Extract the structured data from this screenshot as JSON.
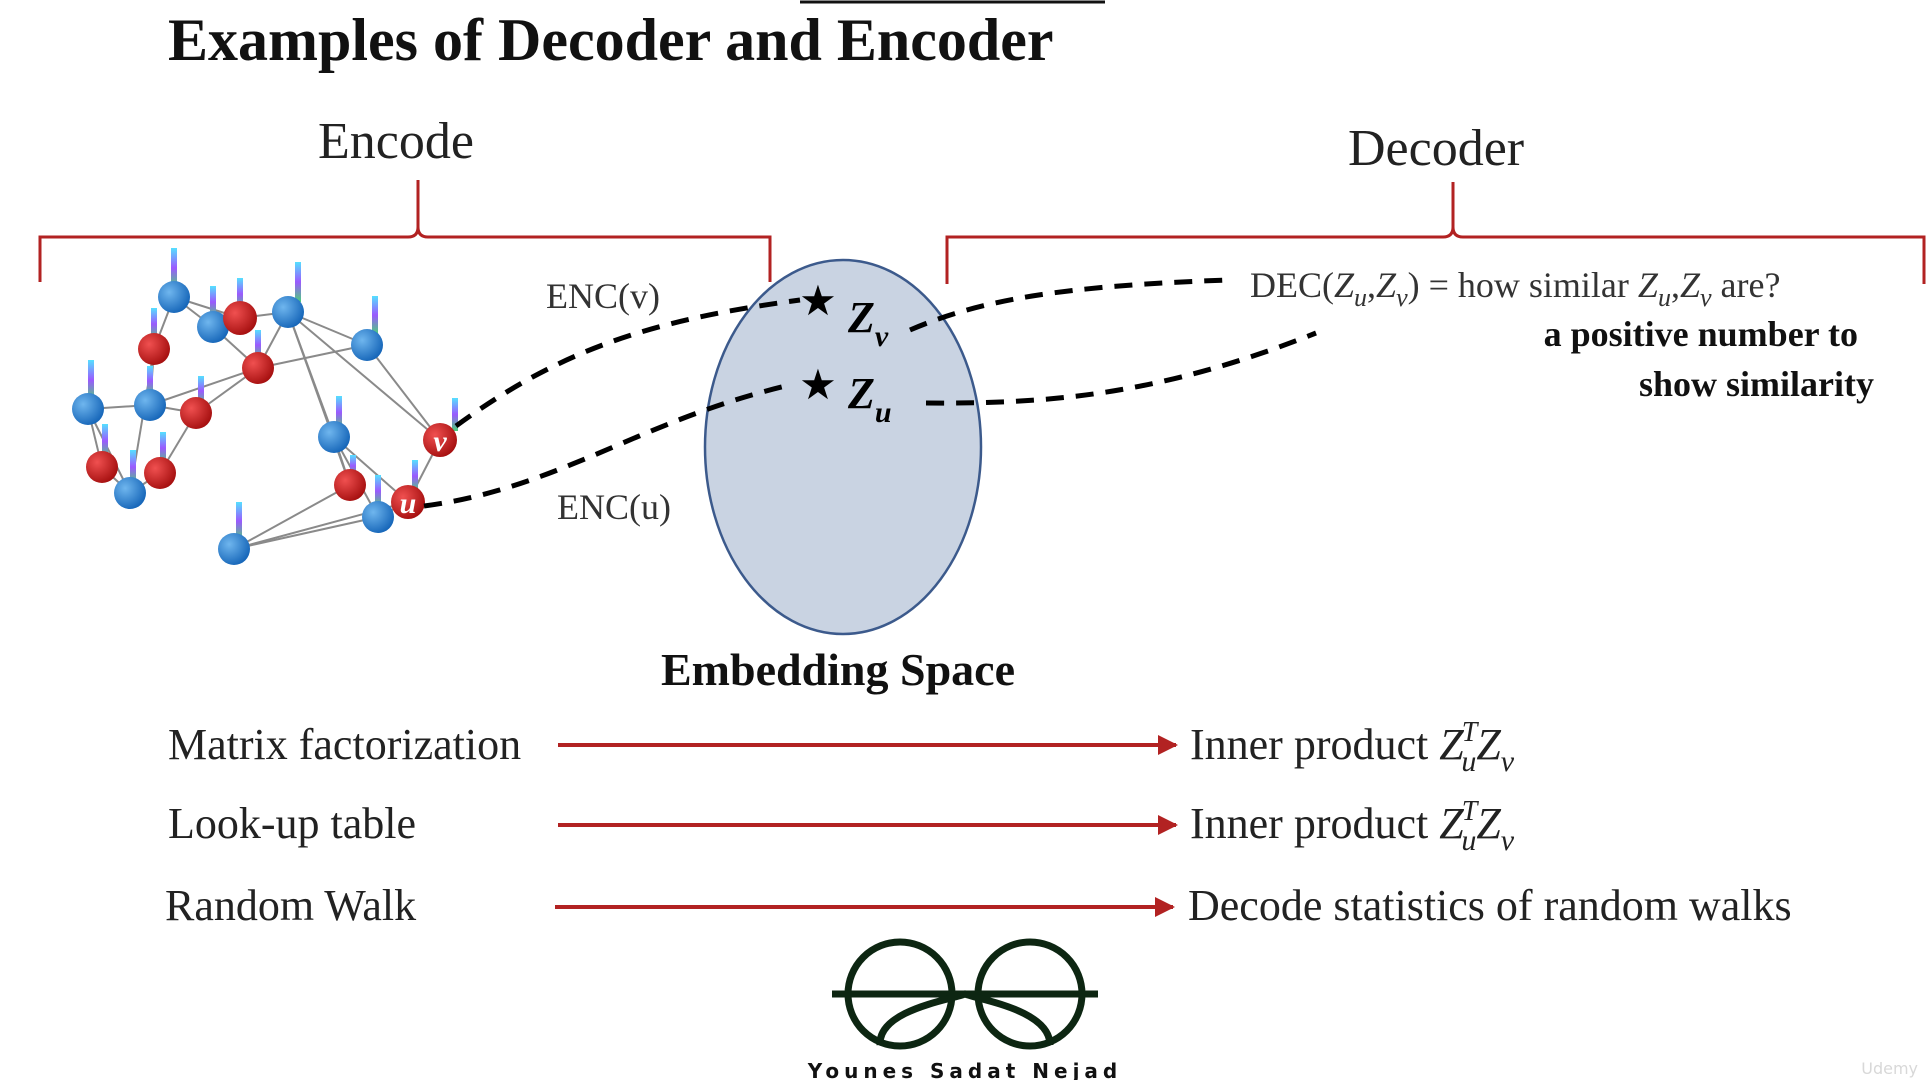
{
  "title": "Examples of  Decoder and Encoder",
  "encoder": {
    "heading": "Encode",
    "enc_v": "ENC(v)",
    "enc_u": "ENC(u)",
    "node_v": "v",
    "node_u": "u"
  },
  "decoder": {
    "heading": "Decoder",
    "formula_prefix": "DEC(",
    "formula_z": "Z",
    "sub_u": "u",
    "sub_v": "v",
    "formula_comma": ",",
    "formula_close": ")",
    "formula_mid": " = how similar ",
    "formula_end": " are?",
    "note_line1": "a positive number to",
    "note_line2": "show similarity"
  },
  "embedding": {
    "label": "Embedding Space",
    "zv_z": "Z",
    "zv_sub": "v",
    "zu_z": "Z",
    "zu_sub": "u",
    "star": "★"
  },
  "rows": [
    {
      "left": "Matrix factorization",
      "right": "Inner product ",
      "z": "Z",
      "sup": "T",
      "sub1": "u",
      "sub2": "v"
    },
    {
      "left": "Look-up table",
      "right": "Inner product ",
      "z": "Z",
      "sup": "T",
      "sub1": "u",
      "sub2": "v"
    },
    {
      "left": "Random Walk",
      "right": "Decode statistics of  random walks"
    }
  ],
  "logo": {
    "text": "Younes Sadat Nejad"
  },
  "watermark": "Udemy",
  "colors": {
    "bracket": "#b22222",
    "arrow": "#b22222",
    "ellipse_fill": "#c9d3e2",
    "ellipse_stroke": "#3c5a8c",
    "node_blue": "#1f7ac9",
    "node_red": "#c51a1a"
  }
}
